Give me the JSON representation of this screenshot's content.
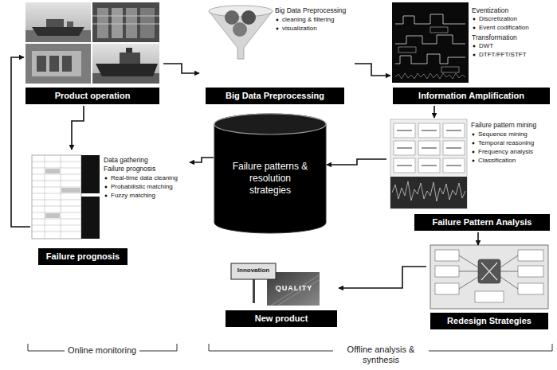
{
  "diagram": {
    "nodes": [
      {
        "text": [
          "Product operation"
        ]
      },
      {
        "text": [
          "Big Data Preprocessing",
          "cleaning & filtering",
          "visualization",
          "Big Data Preprocessing"
        ]
      },
      {
        "text": [
          "Eventization",
          "Discretization",
          "Event codification",
          "Transformation",
          "DWT",
          "DTFT/FFT/STFT",
          "Information Amplification"
        ]
      },
      {
        "text": [
          "Failure pattern mining",
          "Sequence mining",
          "Temporal reasoning",
          "Frequency analysis",
          "Classification",
          "Failure Pattern Analysis"
        ]
      },
      {
        "text": [
          "Failure patterns & resolution strategies"
        ]
      },
      {
        "text": [
          "Data gathering",
          "Failure prognosis",
          "Real-time data cleaning",
          "Probabilistic matching",
          "Fuzzy matching",
          "Failure prognosis"
        ]
      },
      {
        "text": [
          "Redesign Strategies"
        ]
      },
      {
        "text": [
          "New product"
        ]
      }
    ],
    "edges": [
      {
        "from": 0,
        "to": 1,
        "arrow": "to"
      },
      {
        "from": 1,
        "to": 2,
        "arrow": "to"
      },
      {
        "from": 2,
        "to": 3,
        "arrow": "to"
      },
      {
        "from": 3,
        "to": 4,
        "arrow": "to"
      },
      {
        "from": 3,
        "to": 6,
        "arrow": "to"
      },
      {
        "from": 4,
        "to": 5,
        "arrow": "to"
      },
      {
        "from": 6,
        "to": 7,
        "arrow": "to"
      },
      {
        "from": 0,
        "to": 5,
        "arrow": "to"
      },
      {
        "from": 5,
        "to": 0,
        "arrow": "to"
      }
    ],
    "labels": [
      "Innovation",
      "QUALITY",
      "Online monitoring",
      "Offline analysis & synthesis"
    ]
  }
}
